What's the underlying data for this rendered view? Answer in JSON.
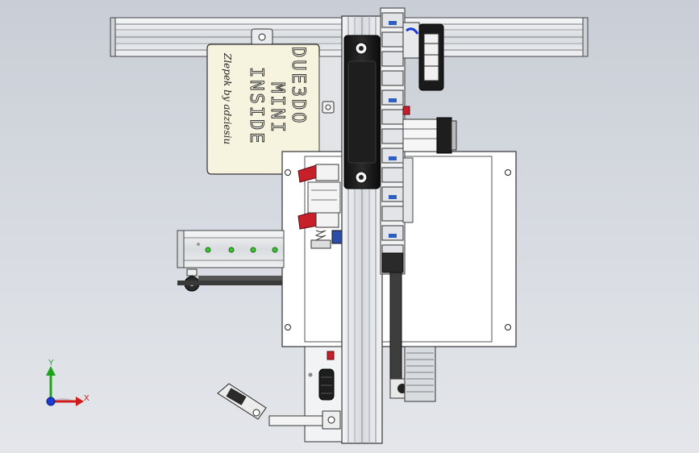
{
  "label_plate": {
    "line1": "DUE3DO",
    "line2": "MINI",
    "line3": "INSIDE",
    "signature": "Zlepek by adziesiu"
  },
  "triad": {
    "x_label": "X",
    "y_label": "Y"
  },
  "colors": {
    "background_top": "#c9ced6",
    "background_bottom": "#e4e6ea",
    "frame_gray": "#e6e8eb",
    "panel_white": "#ffffff",
    "dark": "#1a1a1a",
    "red_clip": "#c8202a",
    "led_green": "#39c431",
    "axis_x": "#d11a1a",
    "axis_y": "#1fa31f",
    "axis_z": "#1c3ad6"
  }
}
